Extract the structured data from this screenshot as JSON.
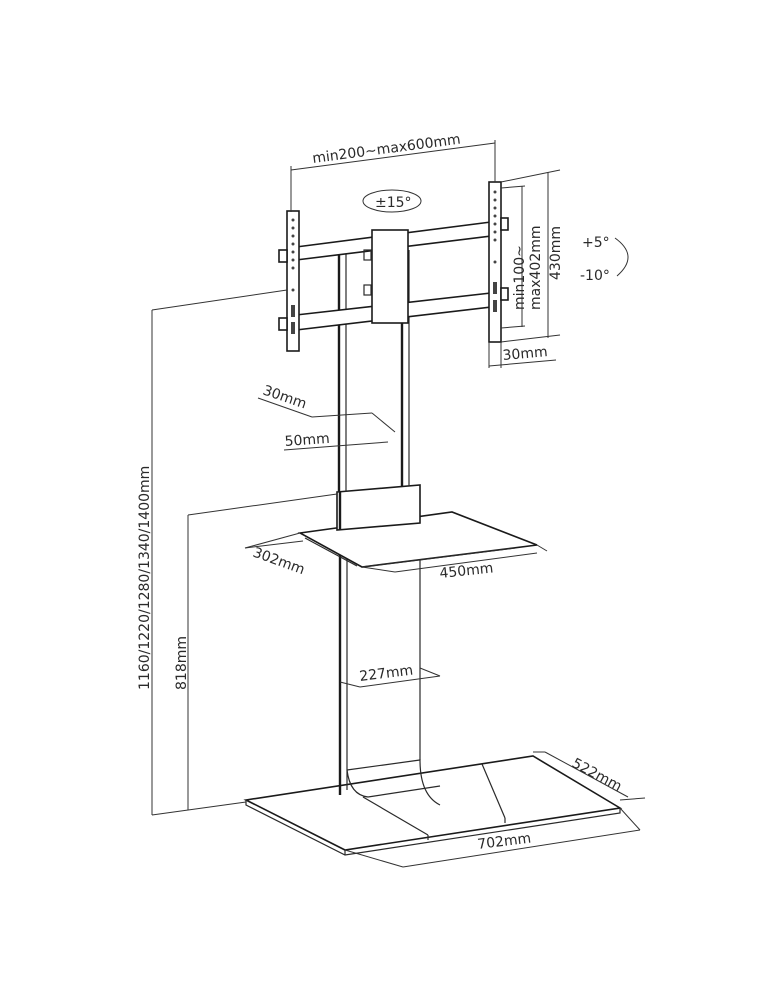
{
  "diagram": {
    "subject": "TV floor stand with mounting bracket and shelf",
    "line_color": "#2a2a2a",
    "background": "#ffffff",
    "labels": {
      "vesa_width": "min200~max600mm",
      "swivel": "±15°",
      "vesa_height_line1": "min100~",
      "vesa_height_line2": "max402mm",
      "bracket_height": "430mm",
      "tilt_up": "+5°",
      "tilt_down": "-10°",
      "bracket_depth": "30mm",
      "column_depth": "30mm",
      "column_width": "50mm",
      "total_height": "1160/1220/1280/1340/1400mm",
      "shelf_height": "818mm",
      "shelf_depth": "302mm",
      "shelf_width": "450mm",
      "column_cover_width": "227mm",
      "base_depth": "522mm",
      "base_width": "702mm"
    }
  }
}
